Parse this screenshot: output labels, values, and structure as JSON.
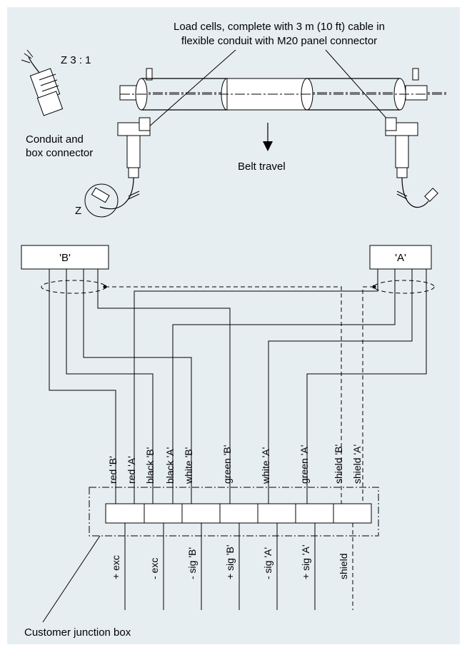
{
  "colors": {
    "background": "#e7eef2",
    "box_fill": "#ffffff",
    "line": "#000000"
  },
  "labels": {
    "load_cells_line1": "Load cells, complete with 3 m (10 ft) cable in",
    "load_cells_line2": "flexible conduit with M20 panel connector",
    "zoom": "Z  3 : 1",
    "conduit_line1": "Conduit and",
    "conduit_line2": "box connector",
    "z_marker": "Z",
    "belt_travel": "Belt travel",
    "box_b": "'B'",
    "box_a": "'A'",
    "junction_box": "Customer junction box"
  },
  "wire_labels": [
    "red 'B'",
    "red 'A'",
    "black 'B'",
    "black 'A'",
    "white 'B'",
    "green 'B'",
    "white 'A'",
    "green 'A'",
    "shield 'B'",
    "shield 'A'"
  ],
  "terminal_labels": [
    "+ exc",
    "- exc",
    "- sig 'B'",
    "+ sig 'B'",
    "- sig 'A'",
    "+ sig 'A'",
    "shield"
  ],
  "icons": [
    "arrow-down-icon",
    "load-cell-icon",
    "cable-gland-icon"
  ]
}
